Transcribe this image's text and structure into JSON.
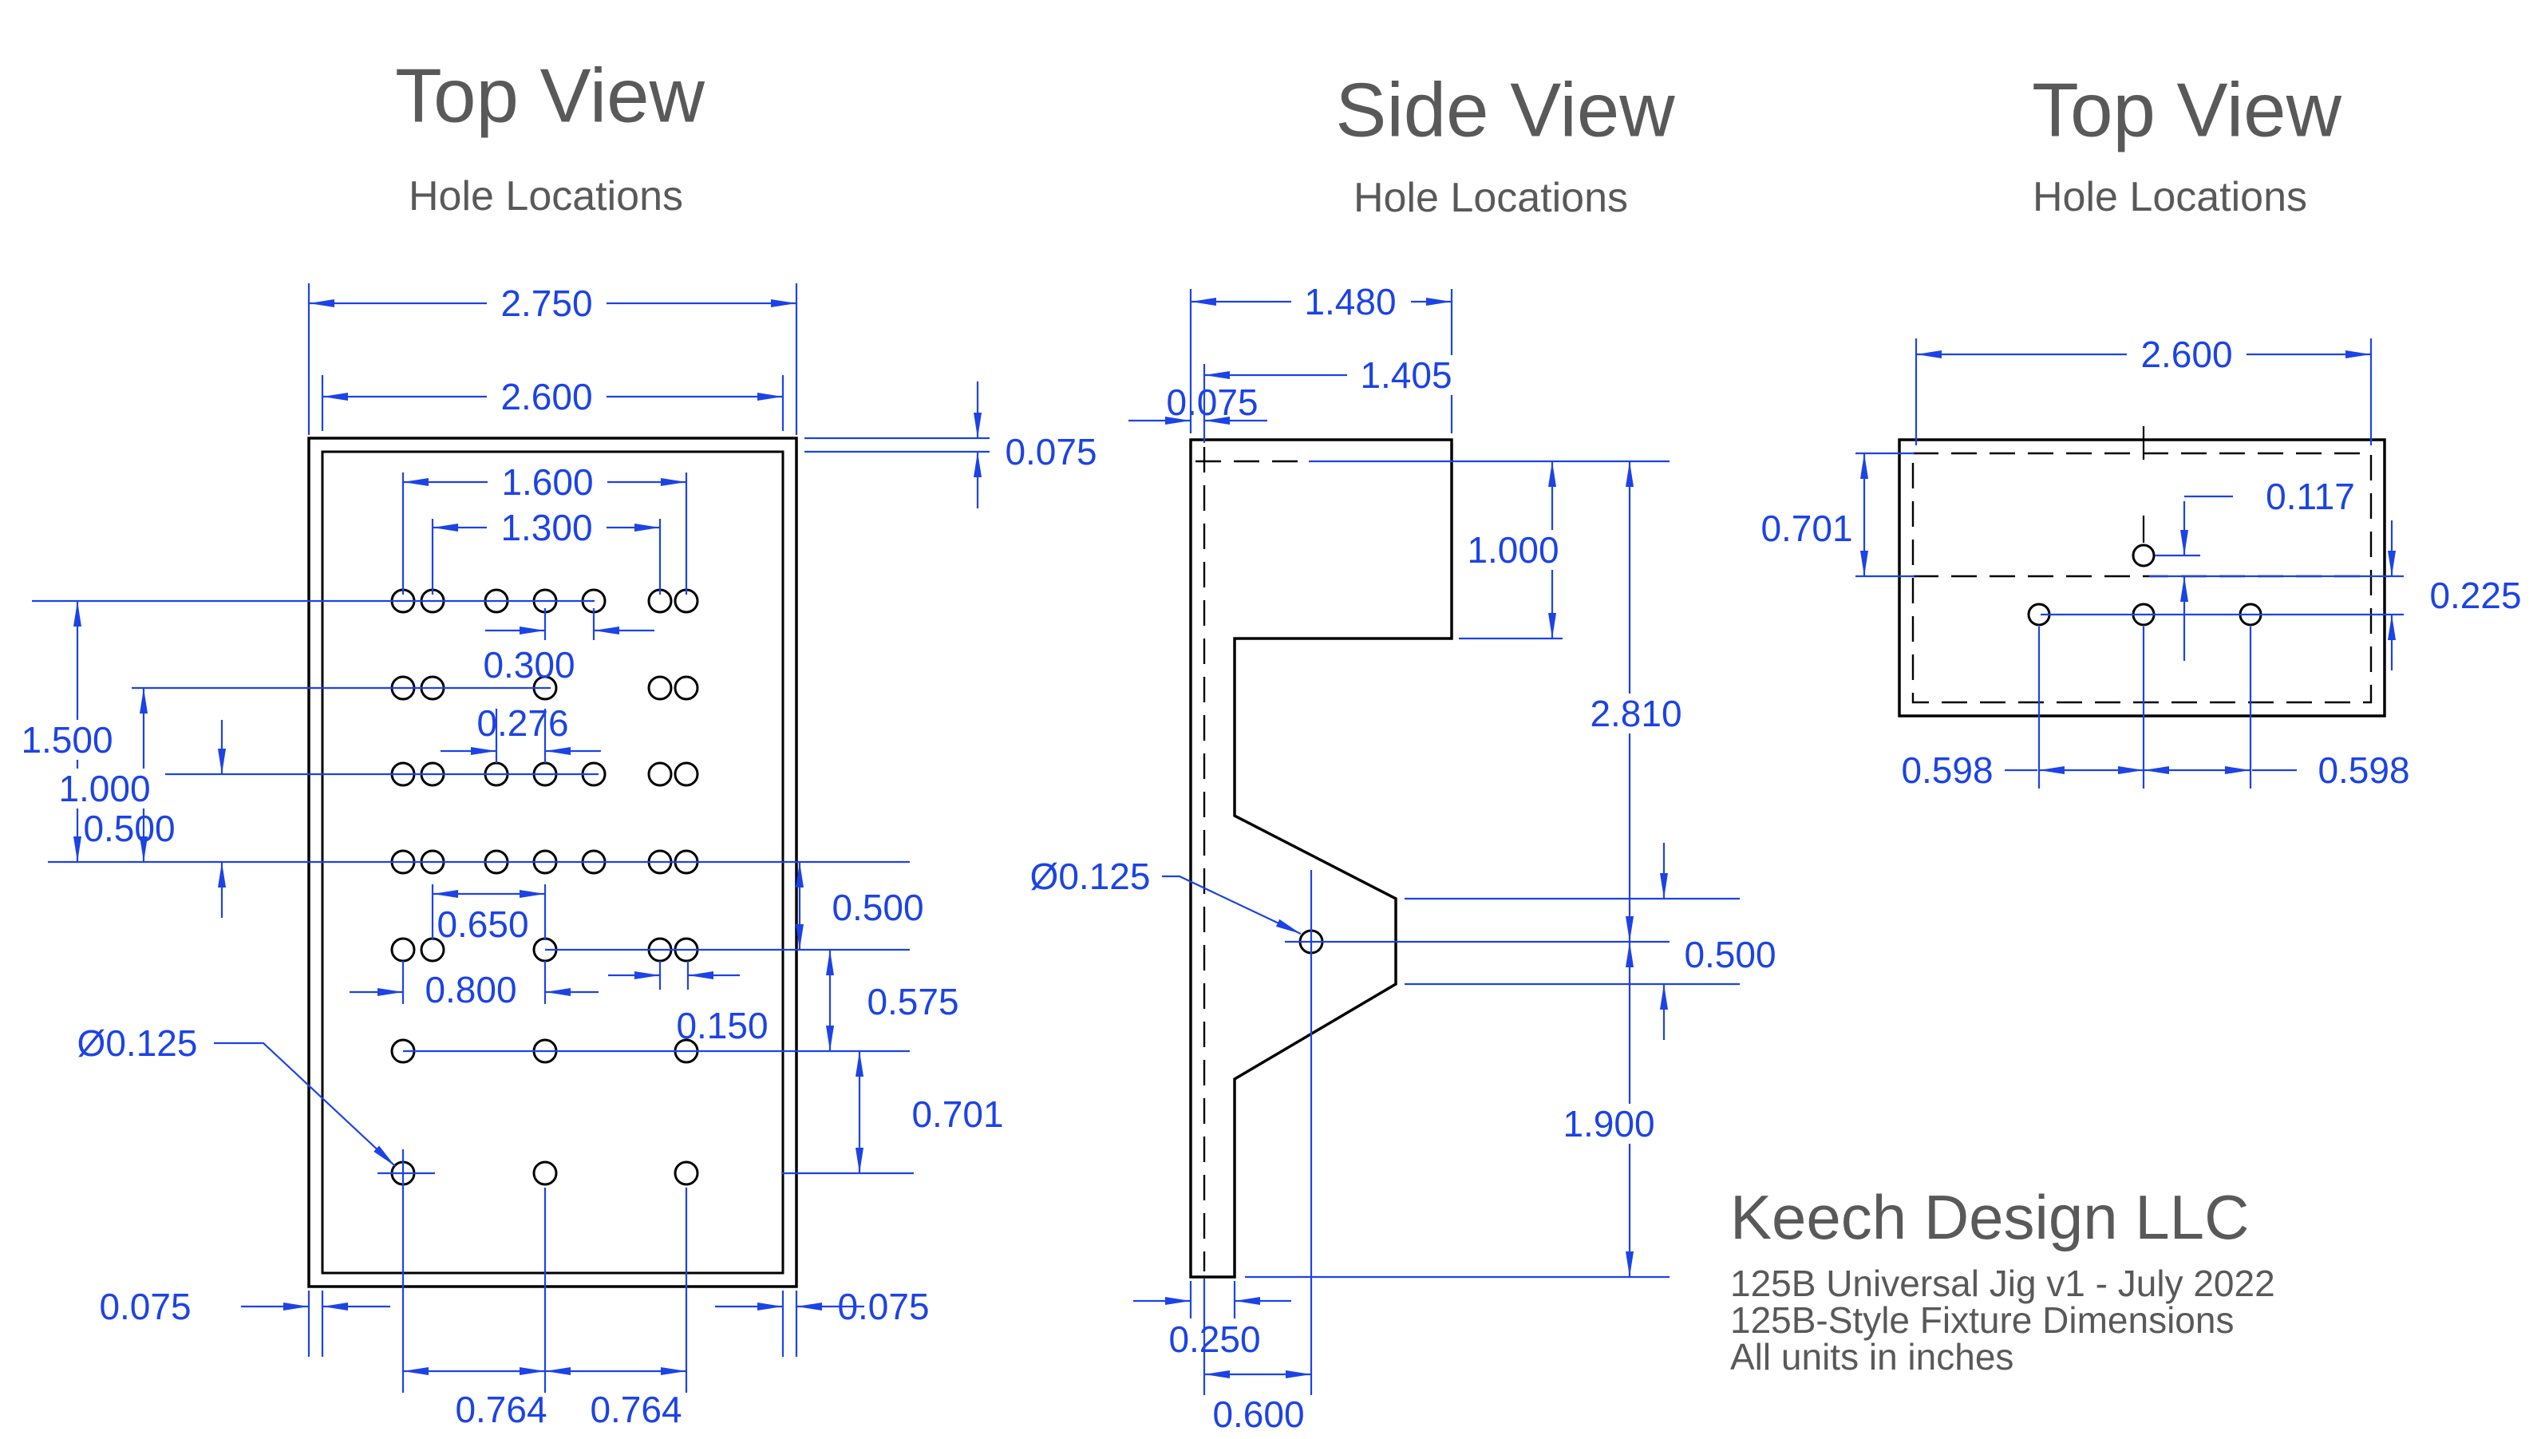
{
  "colors": {
    "dimension_blue": "#1c43e6",
    "drawing_black": "#000000",
    "title_gray": "#595959"
  },
  "views": {
    "top_left": {
      "title": "Top View",
      "subtitle": "Hole Locations",
      "dims": {
        "d2750": "2.750",
        "d2600": "2.600",
        "d075_right": "0.075",
        "d1600": "1.600",
        "d1300": "1.300",
        "d0300": "0.300",
        "d0276": "0.276",
        "d1500": "1.500",
        "d1000": "1.000",
        "d0500_left": "0.500",
        "d0650": "0.650",
        "d0800": "0.800",
        "d0150": "0.150",
        "d0500_right": "0.500",
        "d0575": "0.575",
        "d0701": "0.701",
        "dia0125": "Ø0.125",
        "d075_bottom_left": "0.075",
        "d075_bottom_right": "0.075",
        "d0764_a": "0.764",
        "d0764_b": "0.764"
      }
    },
    "side": {
      "title": "Side View",
      "subtitle": "Hole Locations",
      "dims": {
        "d1480": "1.480",
        "d1405": "1.405",
        "d0075": "0.075",
        "d1000": "1.000",
        "d2810": "2.810",
        "dia0125": "Ø0.125",
        "d0500": "0.500",
        "d1900": "1.900",
        "d0250": "0.250",
        "d0600": "0.600"
      }
    },
    "top_right": {
      "title": "Top View",
      "subtitle": "Hole Locations",
      "dims": {
        "d2600": "2.600",
        "d0117": "0.117",
        "d0701": "0.701",
        "d0225": "0.225",
        "d0598_left": "0.598",
        "d0598_right": "0.598"
      }
    }
  },
  "title_block": {
    "company": "Keech Design LLC",
    "line1": "125B Universal Jig v1 - July 2022",
    "line2": "125B-Style Fixture Dimensions",
    "line3": "All units in inches"
  }
}
